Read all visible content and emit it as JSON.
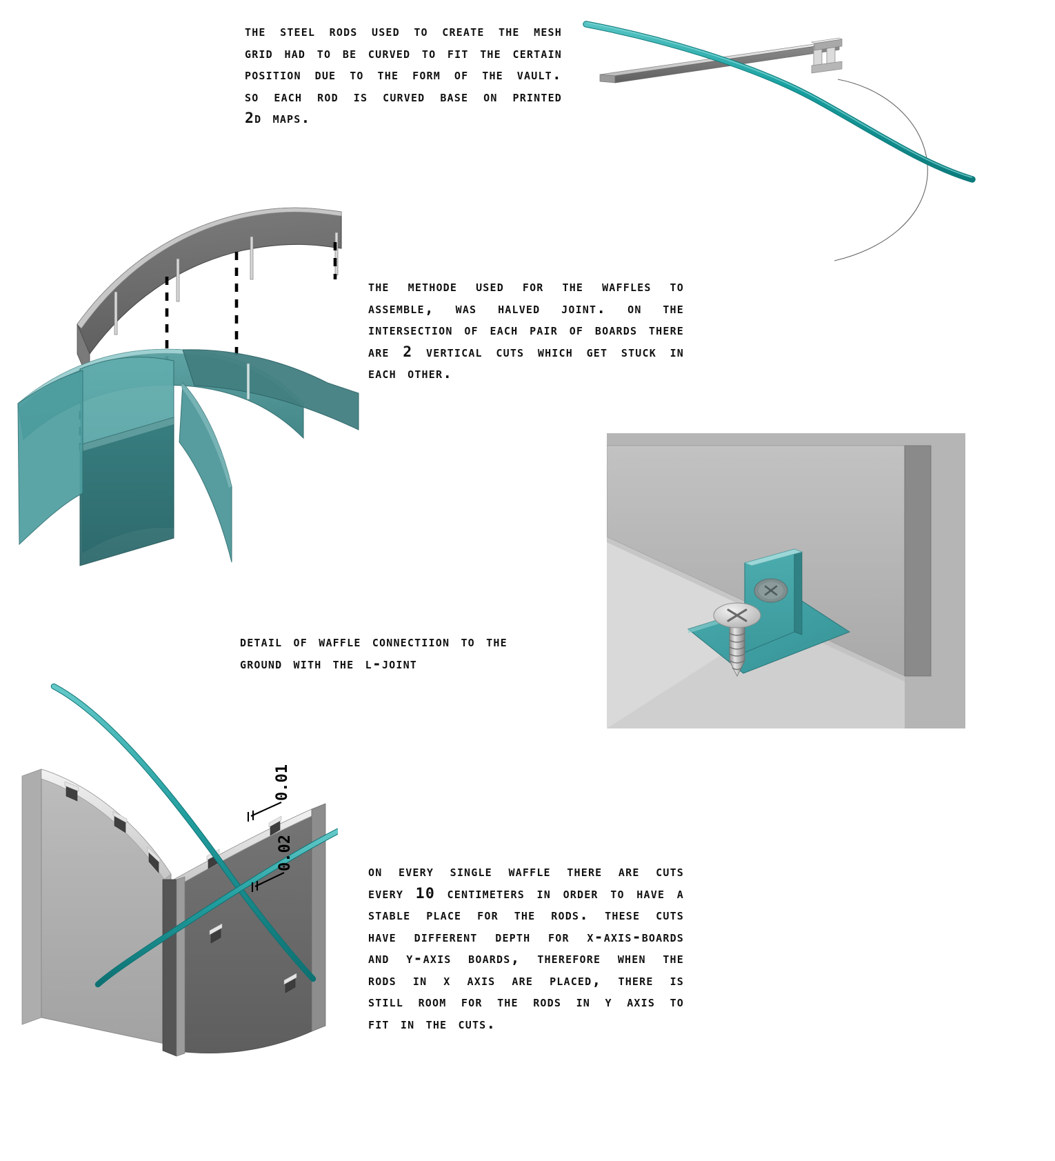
{
  "document": {
    "title": "Waffle structure assembly details",
    "background_color": "#ffffff",
    "accent_teal": "#1f9c9c",
    "accent_teal_dark": "#2e7f80",
    "board_gray": "#6b6b6b",
    "panel_gray": "#b5b5b5",
    "text_color": "#111111"
  },
  "text_blocks": {
    "rods": "The steel rods used to create the mesh grid had to be curved to fit the certain position due to the form of the vault. So each rod is curved base on printed 2d maps.",
    "halved_joint": "The methode used for the waffles to assemble, was halved joint. On the intersection of each pair of boards there are 2 vertical cuts which get stuck in each other.",
    "ljoint_caption": "Detail of waffle connectiion to the ground with the L-joint",
    "cuts": "On every single waffle there are cuts every 10 centimeters in order to have a stable place for the rods. These cuts have different depth for x-axis-boards and y-axis boards, therefore when the rods in x axis are placed, there is still room for the rods in y axis to fit in the cuts."
  },
  "figures": {
    "rod_bending": {
      "name": "Steel rod bending jig",
      "parts": [
        "curved steel rod",
        "bending jig bracket",
        "reference curve"
      ],
      "rod_color": "#1ba0a0",
      "jig_color": "#c9c9c9"
    },
    "halved_joint": {
      "name": "Halved joint exploded view",
      "parts": [
        "upper board",
        "lower board",
        "vertical cuts",
        "alignment lines"
      ],
      "upper_board_color": "#6e6e6e",
      "lower_board_color": "#4f8a8b",
      "cut_count_label": "2"
    },
    "ljoint": {
      "name": "L-joint ground connection detail",
      "parts": [
        "L-bracket",
        "waffle board",
        "floor",
        "screw head",
        "screw body"
      ],
      "bracket_color": "#3fa3a5",
      "background_color": "#b5b5b5",
      "floor_color": "#d2d2d2"
    },
    "waffle_cuts": {
      "name": "Waffle cut depths with rods",
      "dimension_labels": [
        "0.01",
        "0.02"
      ],
      "parts": [
        "x-axis board",
        "y-axis board",
        "notches",
        "steel rods"
      ],
      "rod_color": "#2aa5a5",
      "board_face_color": "#6a6a6a",
      "board_edge_color": "#cfcfcf"
    }
  }
}
